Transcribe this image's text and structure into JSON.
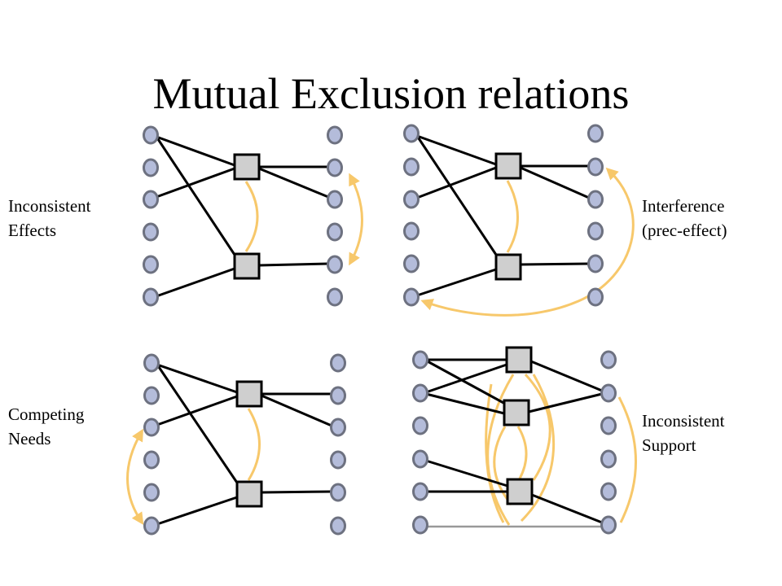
{
  "slide": {
    "title": "Mutual Exclusion relations",
    "labels": {
      "inconsistent_effects": "Inconsistent\nEffects",
      "interference": "Interference\n(prec-effect)",
      "competing_needs": "Competing\nNeeds",
      "inconsistent_support": "Inconsistent\nSupport"
    }
  },
  "colors": {
    "proposition_fill": "#b4bcda",
    "proposition_stroke": "#6d7180",
    "action_fill": "#cfcfcf",
    "mutex_arc": "#f7c86b",
    "edge": "#000000",
    "noop_edge": "#999999"
  },
  "icons": {
    "proposition": "oval-node",
    "action": "square-node",
    "mutex": "arc"
  }
}
